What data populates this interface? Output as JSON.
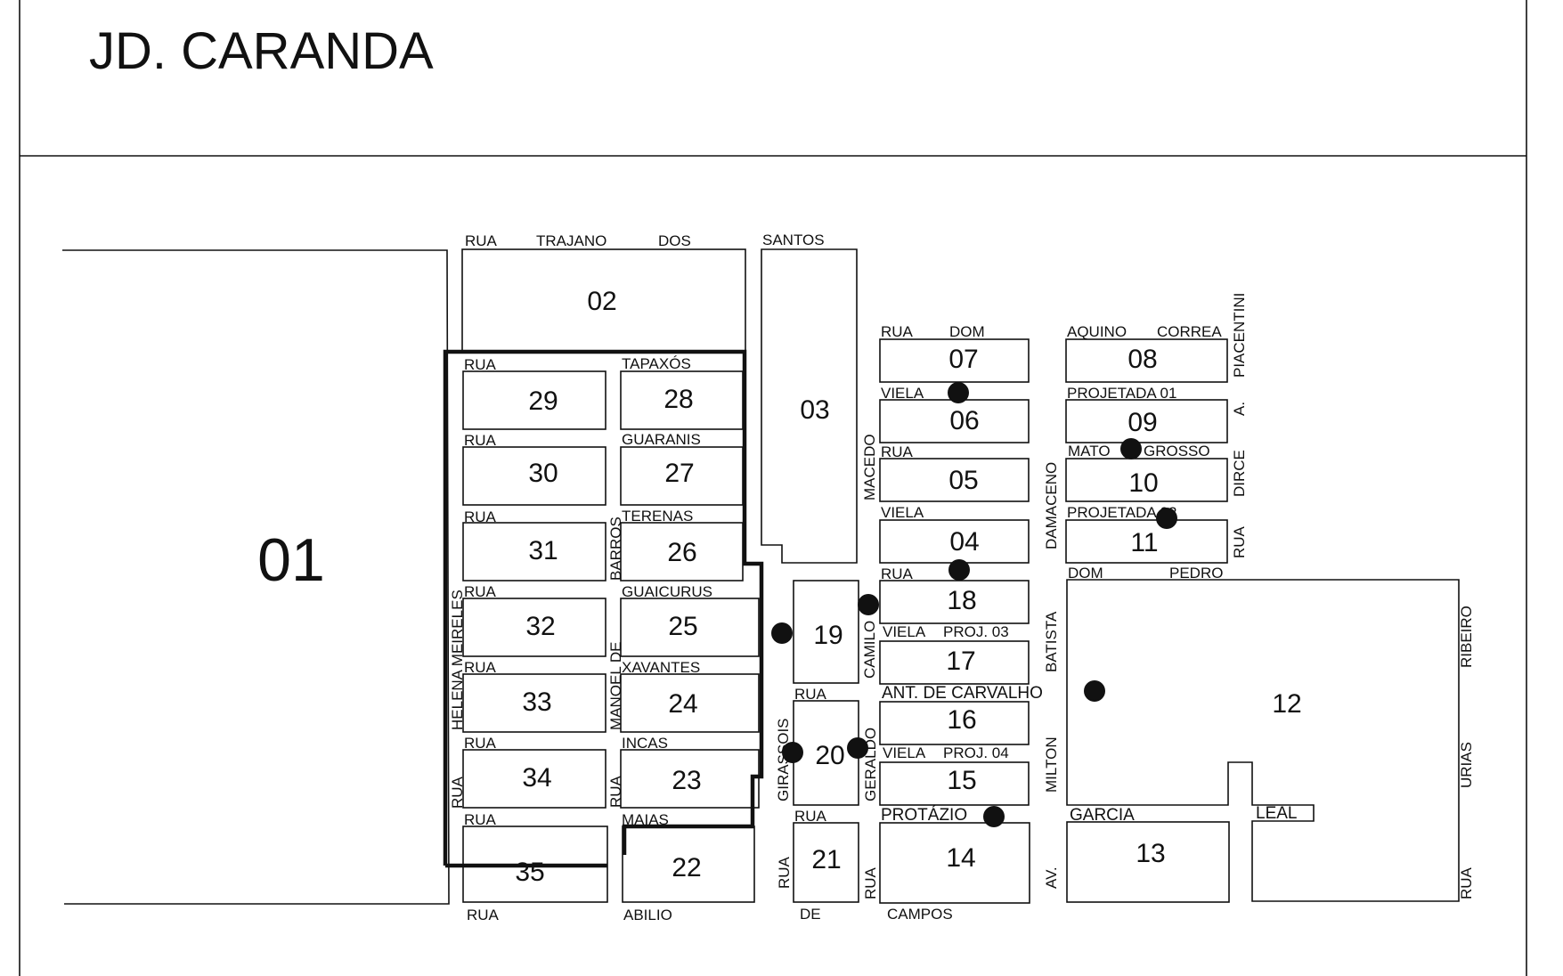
{
  "page": {
    "title": "JD. CARANDA"
  },
  "colors": {
    "ink": "#111111",
    "paper": "#ffffff"
  },
  "blocks": {
    "b01": "01",
    "b02": "02",
    "b03": "03",
    "b04": "04",
    "b05": "05",
    "b06": "06",
    "b07": "07",
    "b08": "08",
    "b09": "09",
    "b10": "10",
    "b11": "11",
    "b12": "12",
    "b13": "13",
    "b14": "14",
    "b15": "15",
    "b16": "16",
    "b17": "17",
    "b18": "18",
    "b19": "19",
    "b20": "20",
    "b21": "21",
    "b22": "22",
    "b23": "23",
    "b24": "24",
    "b25": "25",
    "b26": "26",
    "b27": "27",
    "b28": "28",
    "b29": "29",
    "b30": "30",
    "b31": "31",
    "b32": "32",
    "b33": "33",
    "b34": "34",
    "b35": "35"
  },
  "streets": {
    "top": {
      "rua": "RUA",
      "trajano": "TRAJANO",
      "dos": "DOS",
      "santos": "SANTOS"
    },
    "left": {
      "rua_tapaxos": "RUA",
      "tapaxos": "TAPAXÓS",
      "rua_guaranis": "RUA",
      "guaranis": "GUARANIS",
      "rua_terenas": "RUA",
      "terenas": "TERENAS",
      "rua_guaicurus": "RUA",
      "guaicurus": "GUAICURUS",
      "rua_xavantes": "RUA",
      "xavantes": "XAVANTES",
      "rua_incas": "RUA",
      "incas": "INCAS",
      "rua_maias": "RUA",
      "maias": "MAIAS",
      "rua_bottom": "RUA",
      "abilio": "ABILIO",
      "helena_meireles": "HELENA MEIRELES",
      "rua_helena": "RUA",
      "barros": "BARROS",
      "manoel_de": "MANOEL DE",
      "rua_manoel": "RUA"
    },
    "middle": {
      "macedo": "MACEDO",
      "camilo": "CAMILO",
      "girassois": "GIRASSOIS",
      "geraldo": "GERALDO",
      "rua_19": "RUA",
      "rua_20": "RUA",
      "rua_21_left": "RUA",
      "rua_21_right": "RUA",
      "de": "DE",
      "campos": "CAMPOS"
    },
    "right": {
      "rua_dom": "RUA",
      "dom": "DOM",
      "aquino": "AQUINO",
      "correa": "CORREA",
      "piacentini": "PIACENTINI",
      "viela_06": "VIELA",
      "projetada_01": "PROJETADA 01",
      "a": "A.",
      "rua_05": "RUA",
      "mato": "MATO",
      "grosso": "GROSSO",
      "damaceno": "DAMACENO",
      "dirce": "DIRCE",
      "viela_04": "VIELA",
      "projetada_02": "PROJETADA 02",
      "rua_11": "RUA",
      "rua_18": "RUA",
      "dom_pedro_1": "DOM",
      "dom_pedro_2": "PEDRO",
      "viela_proj03_1": "VIELA",
      "viela_proj03_2": "PROJ. 03",
      "batista": "BATISTA",
      "ant_carvalho": "ANT. DE CARVALHO",
      "viela_proj04_1": "VIELA",
      "viela_proj04_2": "PROJ. 04",
      "milton": "MILTON",
      "protazio": "PROTÁZIO",
      "garcia": "GARCIA",
      "leal": "LEAL",
      "av": "AV.",
      "ribeiro": "RIBEIRO",
      "urias": "URIAS",
      "rua_12": "RUA"
    }
  }
}
